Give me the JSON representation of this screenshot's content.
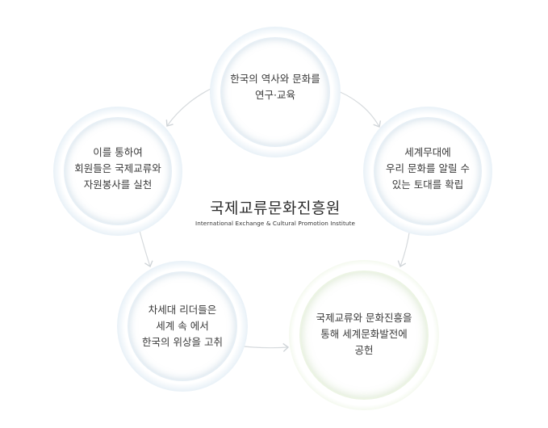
{
  "center": {
    "title": "국제교류문화진흥원",
    "subtitle": "International Exchange & Cultural Promotion Institute"
  },
  "nodes": [
    {
      "id": "top",
      "lines": [
        "한국의 역사와 문화를",
        "연구·교육"
      ]
    },
    {
      "id": "right",
      "lines": [
        "세계무대에",
        "우리 문화를 알릴 수",
        "있는 토대를 확립"
      ]
    },
    {
      "id": "bottom-right",
      "lines": [
        "국제교류와 문화진흥을",
        "통해 세계문화발전에",
        "공헌"
      ]
    },
    {
      "id": "bottom-left",
      "lines": [
        "차세대 리더들은",
        "세계 속 에서",
        "한국의 위상을 고취"
      ]
    },
    {
      "id": "left",
      "lines": [
        "이를 통하여",
        "회원들은 국제교류와",
        "자원봉사를 실천"
      ]
    }
  ],
  "colors": {
    "ring_blue": "#d4e4ef",
    "ring_green": "#dbeacb",
    "arrow": "#d3d7da",
    "text": "#3a3a3a"
  }
}
